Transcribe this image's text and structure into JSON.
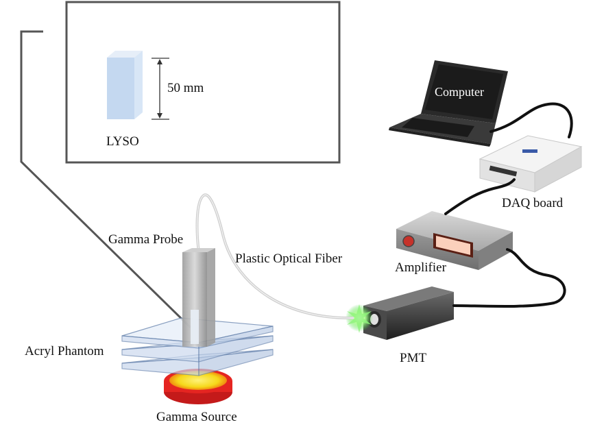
{
  "inset": {
    "crystal_label": "LYSO",
    "dimension_label": "50 mm"
  },
  "labels": {
    "computer": "Computer",
    "daq_board": "DAQ board",
    "amplifier": "Amplifier",
    "plastic_optical_fiber": "Plastic Optical Fiber",
    "gamma_probe": "Gamma Probe",
    "acryl_phantom": "Acryl Phantom",
    "pmt": "PMT",
    "gamma_source": "Gamma Source"
  },
  "colors": {
    "frame": "#555555",
    "crystal": "#c9dcf2",
    "cable": "#111111",
    "fiber": "#d4d4d4",
    "source_outer": "#e51c23",
    "source_inner": "#f6e21a",
    "pmt_glow": "#7cf27c"
  }
}
